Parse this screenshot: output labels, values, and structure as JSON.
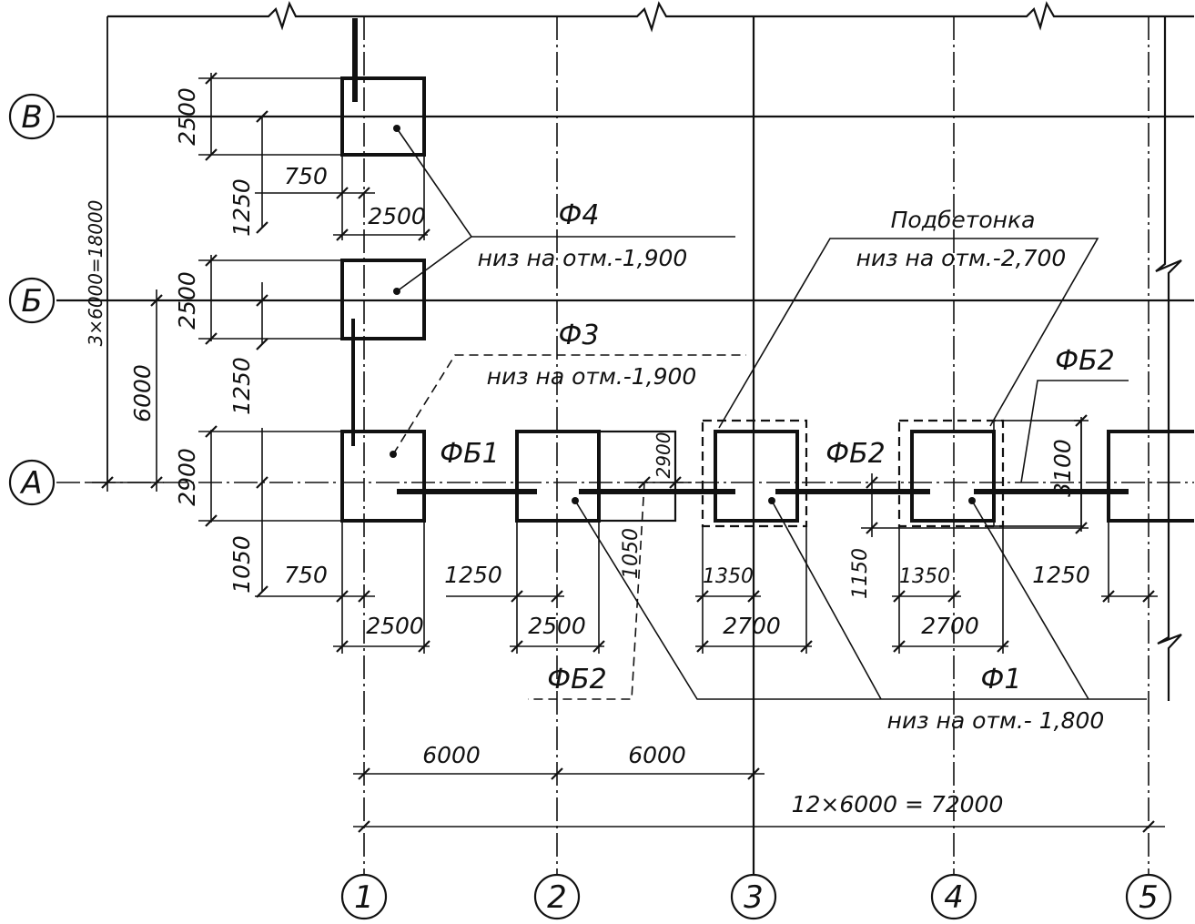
{
  "axes_rows": [
    {
      "key": "V",
      "label": "В"
    },
    {
      "key": "B",
      "label": "Б"
    },
    {
      "key": "A",
      "label": "А"
    }
  ],
  "axes_cols": [
    "1",
    "2",
    "3",
    "4",
    "5"
  ],
  "dimensions": {
    "overall_rows": "3×6000=18000",
    "row_span": "6000",
    "v_2500": "2500",
    "v_1250_top": "1250",
    "v_750_top": "750",
    "v_2500_top_width": "2500",
    "b_2500": "2500",
    "b_1250": "1250",
    "a_2900": "2900",
    "a_1050": "1050",
    "a_750": "750",
    "a_2500_width": "2500",
    "col2_1250": "1250",
    "col2_2500": "2500",
    "col2_2900": "2900",
    "col2_1050": "1050",
    "col3_1350": "1350",
    "col3_2700": "2700",
    "col4_1150": "1150",
    "col4_1350": "1350",
    "col4_2700": "2700",
    "col4_3100": "3100",
    "col5_1250": "1250",
    "span_1_2": "6000",
    "span_2_3": "6000",
    "overall_cols": "12×6000 = 72000"
  },
  "labels": {
    "f4": "Ф4",
    "f4_note": "низ на отм.-1,900",
    "f3": "Ф3",
    "f3_note": "низ на отм.-1,900",
    "podbetonka": "Подбетонка",
    "podbetonka_note": "низ на отм.-2,700",
    "fb2_top": "ФБ2",
    "fb1": "ФБ1",
    "fb2_mid": "ФБ2",
    "fb2_bottom": "ФБ2",
    "f1": "Ф1",
    "f1_note": "низ на отм.- 1,800"
  }
}
